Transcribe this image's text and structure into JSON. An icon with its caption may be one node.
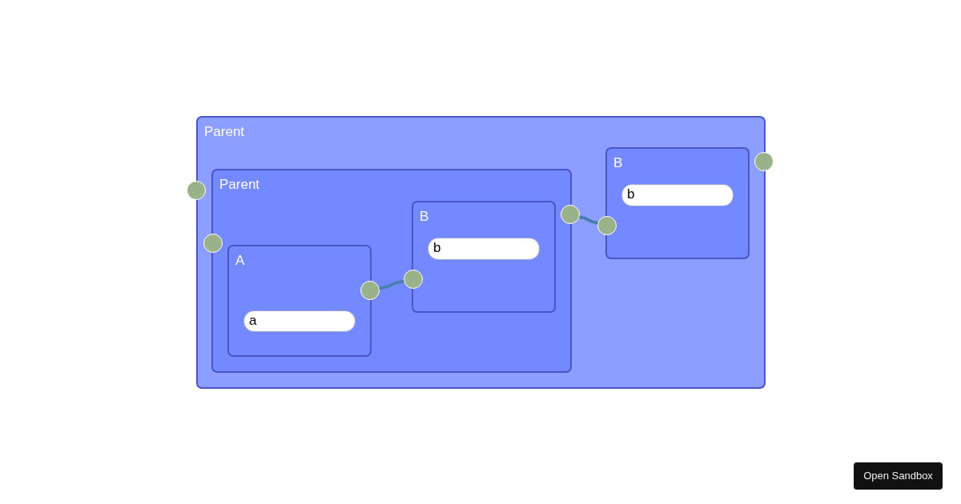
{
  "diagram": {
    "nodes": [
      {
        "text": [
          "Parent"
        ]
      },
      {
        "text": [],
        "shape": "circle"
      },
      {
        "text": [],
        "shape": "circle"
      },
      {
        "text": [
          "Parent"
        ],
        "in": 0
      },
      {
        "text": [],
        "shape": "circle",
        "in": 0
      },
      {
        "text": [
          "A"
        ],
        "in": 3
      },
      {
        "text": [
          "a"
        ],
        "in": 5
      },
      {
        "text": [],
        "shape": "circle",
        "in": 3
      },
      {
        "text": [
          "B"
        ],
        "in": 3
      },
      {
        "text": [
          "b"
        ],
        "in": 8
      },
      {
        "text": [],
        "shape": "circle",
        "in": 3
      },
      {
        "text": [],
        "shape": "circle",
        "in": 0
      },
      {
        "text": [
          "B"
        ],
        "in": 0
      },
      {
        "text": [
          "b"
        ],
        "in": 12
      },
      {
        "text": [],
        "shape": "circle",
        "in": 0
      }
    ],
    "edges": [
      {
        "from": 7,
        "to": 10,
        "arrow": "none"
      },
      {
        "from": 11,
        "to": 14,
        "arrow": "none"
      }
    ],
    "labels": [
      "Open Sandbox"
    ]
  }
}
